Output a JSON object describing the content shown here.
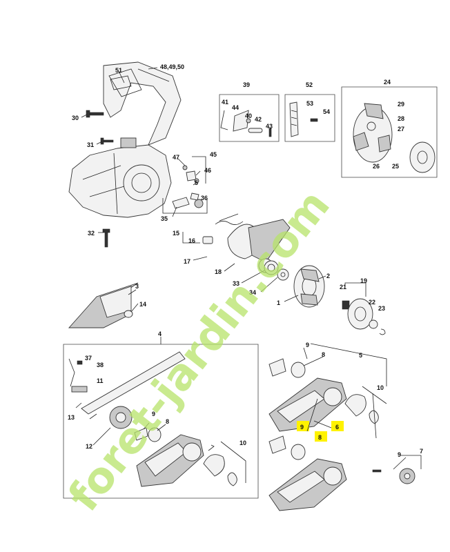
{
  "watermark": {
    "text": "foret-jardin.com",
    "color_green": "#b7e36a",
    "color_orange": "#f2b33d",
    "color_gray": "#d9d4c6"
  },
  "highlight_color": "#fff200",
  "labels": {
    "l1": "1",
    "l2": "2",
    "l3": "3",
    "l4": "4",
    "l5": "5",
    "l6": "6",
    "l7": "7",
    "l8": "8",
    "l8b": "8",
    "l8c": "8",
    "l9": "9",
    "l9b": "9",
    "l9c": "9",
    "l9d": "9",
    "l10": "10",
    "l10b": "10",
    "l11": "11",
    "l12": "12",
    "l13": "13",
    "l14": "14",
    "l15": "15",
    "l16": "16",
    "l17": "17",
    "l18": "18",
    "l19": "19",
    "l21": "21",
    "l22": "22",
    "l23": "23",
    "l24": "24",
    "l25": "25",
    "l26": "26",
    "l27": "27",
    "l28": "28",
    "l29": "29",
    "l30": "30",
    "l31": "31",
    "l32": "32",
    "l33": "33",
    "l34": "34",
    "l35": "35",
    "l36": "36",
    "l37": "37",
    "l38": "38",
    "l39": "39",
    "l40": "40",
    "l41": "41",
    "l42": "42",
    "l43": "43",
    "l44": "44",
    "l45": "45",
    "l46": "46",
    "l47": "47",
    "l4849": "48,49,50",
    "l51": "51",
    "l52": "52",
    "l53": "53",
    "l54": "54"
  }
}
